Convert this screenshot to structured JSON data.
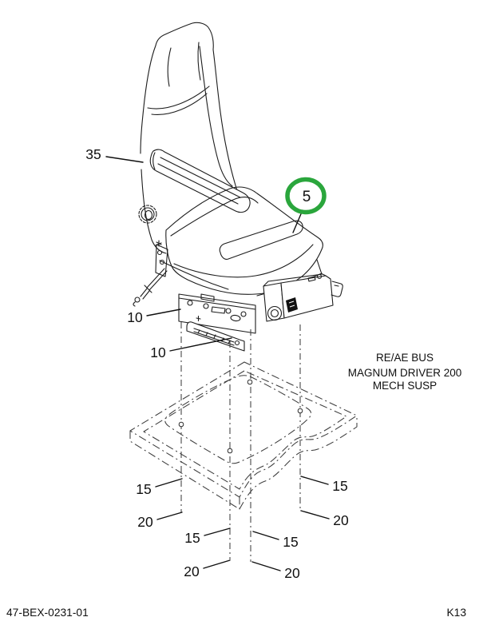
{
  "figure": {
    "note_lines": [
      "RE/AE BUS",
      "MAGNUM DRIVER 200",
      "MECH SUSP"
    ],
    "footer": {
      "doc_code": "47-BEX-0231-01",
      "page_code": "K13"
    },
    "colors": {
      "highlight": "#2aa63c",
      "line": "#1d1d1d",
      "phantom": "#3d3d3d"
    },
    "callouts": [
      {
        "id": "armrest",
        "label": "35"
      },
      {
        "id": "seat-assembly",
        "label": "5",
        "highlighted": true
      },
      {
        "id": "slide-upper",
        "label": "10"
      },
      {
        "id": "slide-lower",
        "label": "10"
      },
      {
        "id": "spacer-outer-left",
        "label": "15"
      },
      {
        "id": "spacer-outer-right",
        "label": "15"
      },
      {
        "id": "bolt-outer-left",
        "label": "20"
      },
      {
        "id": "bolt-outer-right",
        "label": "20"
      },
      {
        "id": "spacer-inner-left",
        "label": "15"
      },
      {
        "id": "spacer-inner-right",
        "label": "15"
      },
      {
        "id": "bolt-inner-left",
        "label": "20"
      },
      {
        "id": "bolt-inner-right",
        "label": "20"
      }
    ]
  }
}
